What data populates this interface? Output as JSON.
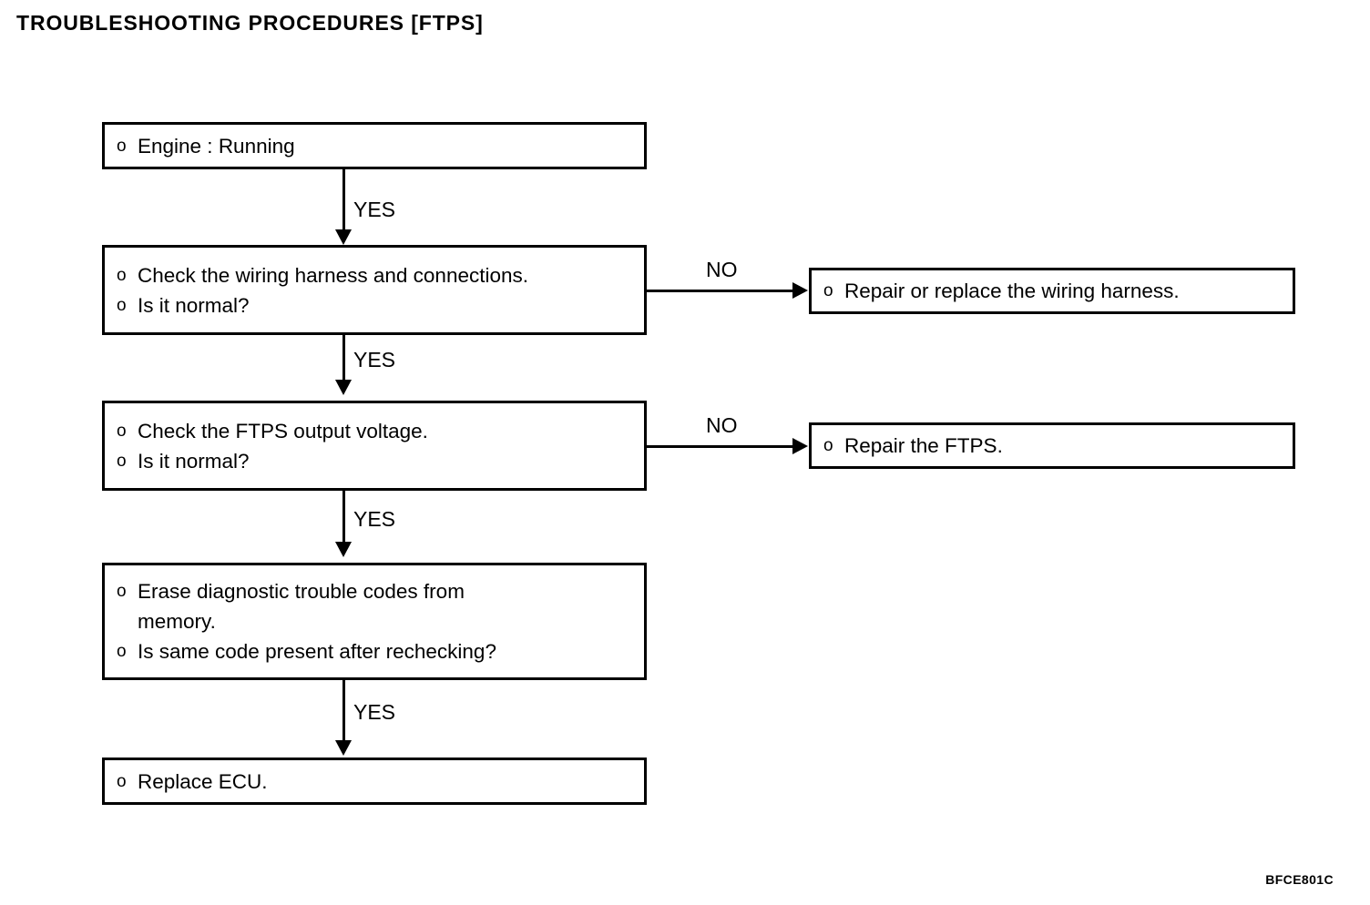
{
  "page": {
    "title": "TROUBLESHOOTING PROCEDURES [FTPS]",
    "figure_code": "BFCE801C",
    "bullet_glyph": "o",
    "colors": {
      "ink": "#000000",
      "paper": "#ffffff"
    }
  },
  "chart_data": {
    "type": "diagram",
    "diagram_kind": "flowchart",
    "title": "TROUBLESHOOTING PROCEDURES [FTPS]",
    "nodes": [
      {
        "id": "n1",
        "column": "main",
        "lines": [
          "Engine : Running"
        ]
      },
      {
        "id": "n2",
        "column": "main",
        "lines": [
          "Check the wiring harness and connections.",
          "Is it normal?"
        ]
      },
      {
        "id": "n3",
        "column": "branch",
        "lines": [
          "Repair or replace the wiring harness."
        ]
      },
      {
        "id": "n4",
        "column": "main",
        "lines": [
          "Check the FTPS output voltage.",
          "Is it normal?"
        ]
      },
      {
        "id": "n5",
        "column": "branch",
        "lines": [
          "Repair the FTPS."
        ]
      },
      {
        "id": "n6",
        "column": "main",
        "lines": [
          "Erase diagnostic trouble codes from",
          "memory.",
          "Is same code present after rechecking?"
        ]
      },
      {
        "id": "n7",
        "column": "main",
        "lines": [
          "Replace ECU."
        ]
      }
    ],
    "edges": [
      {
        "from": "n1",
        "to": "n2",
        "label": "YES",
        "direction": "down"
      },
      {
        "from": "n2",
        "to": "n3",
        "label": "NO",
        "direction": "right"
      },
      {
        "from": "n2",
        "to": "n4",
        "label": "YES",
        "direction": "down"
      },
      {
        "from": "n4",
        "to": "n5",
        "label": "NO",
        "direction": "right"
      },
      {
        "from": "n4",
        "to": "n6",
        "label": "YES",
        "direction": "down"
      },
      {
        "from": "n6",
        "to": "n7",
        "label": "YES",
        "direction": "down"
      }
    ]
  },
  "boxes": {
    "engine_running": {
      "line1": "Engine : Running"
    },
    "check_harness": {
      "line1": "Check the wiring harness and connections.",
      "line2": "Is it normal?"
    },
    "repair_harness": {
      "line1": "Repair or replace the wiring harness."
    },
    "check_ftps_voltage": {
      "line1": "Check the FTPS output voltage.",
      "line2": "Is it normal?"
    },
    "repair_ftps": {
      "line1": "Repair the FTPS."
    },
    "erase_codes": {
      "line1": "Erase diagnostic trouble codes from",
      "line1b": "memory.",
      "line2": "Is same code present after rechecking?"
    },
    "replace_ecu": {
      "line1": "Replace ECU."
    }
  },
  "labels": {
    "yes_1": "YES",
    "yes_2": "YES",
    "yes_3": "YES",
    "yes_4": "YES",
    "no_1": "NO",
    "no_2": "NO"
  }
}
